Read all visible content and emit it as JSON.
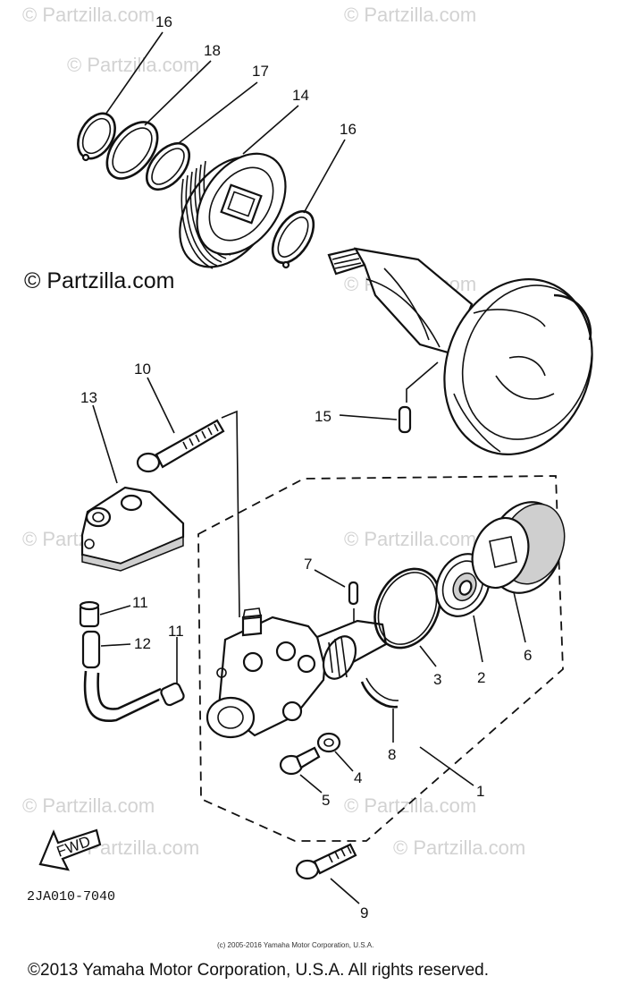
{
  "watermarks": {
    "small": "© Partzilla.com",
    "large": "© Partzilla.com"
  },
  "callouts": {
    "c16a": "16",
    "c18": "18",
    "c17": "17",
    "c14": "14",
    "c16b": "16",
    "c10": "10",
    "c13": "13",
    "c15": "15",
    "c7": "7",
    "c11a": "11",
    "c11b": "11",
    "c12": "12",
    "c3": "3",
    "c2": "2",
    "c6": "6",
    "c8": "8",
    "c4": "4",
    "c5": "5",
    "c1": "1",
    "c9": "9"
  },
  "fwd_label": "FWD",
  "diagram_code": "2JA010-7040",
  "copyright_small": "(c) 2005-2016 Yamaha Motor Corporation, U.S.A.",
  "copyright_main": "©2013 Yamaha Motor Corporation, U.S.A. All rights reserved."
}
